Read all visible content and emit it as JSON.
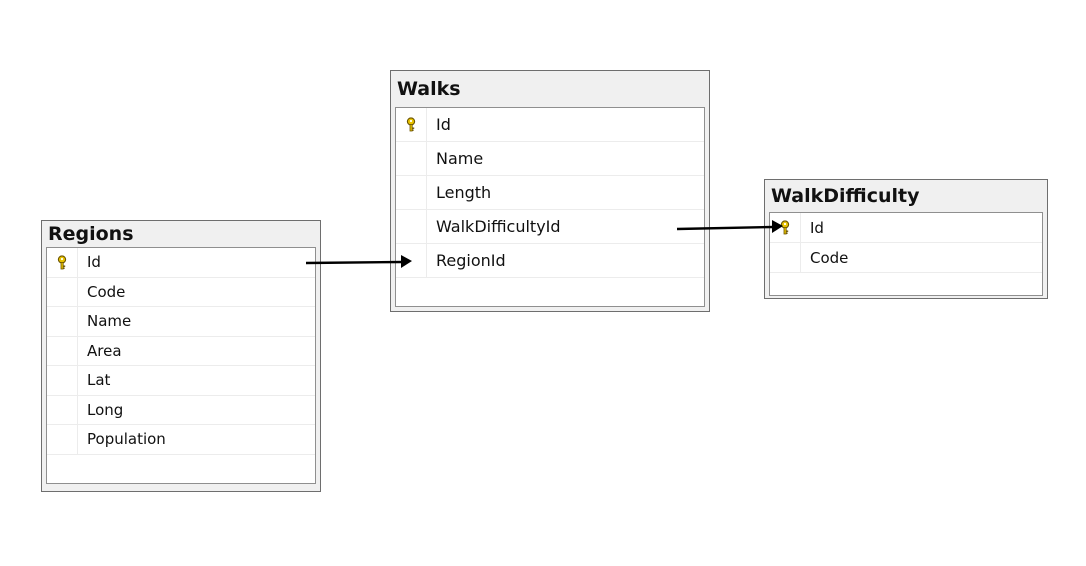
{
  "tables": {
    "regions": {
      "title": "Regions",
      "columns": [
        "Id",
        "Code",
        "Name",
        "Area",
        "Lat",
        "Long",
        "Population"
      ]
    },
    "walks": {
      "title": "Walks",
      "columns": [
        "Id",
        "Name",
        "Length",
        "WalkDifficultyId",
        "RegionId"
      ]
    },
    "walkdifficulty": {
      "title": "WalkDifficulty",
      "columns": [
        "Id",
        "Code"
      ]
    }
  },
  "relationships": [
    {
      "from": "Regions.Id",
      "to": "Walks.RegionId"
    },
    {
      "from": "Walks.WalkDifficultyId",
      "to": "WalkDifficulty.Id"
    }
  ],
  "colors": {
    "table_bg": "#f0f0f0",
    "border": "#6e6e6e",
    "key": "#e8c200",
    "line": "#000000"
  },
  "icons": {
    "primary_key": "key-icon"
  }
}
